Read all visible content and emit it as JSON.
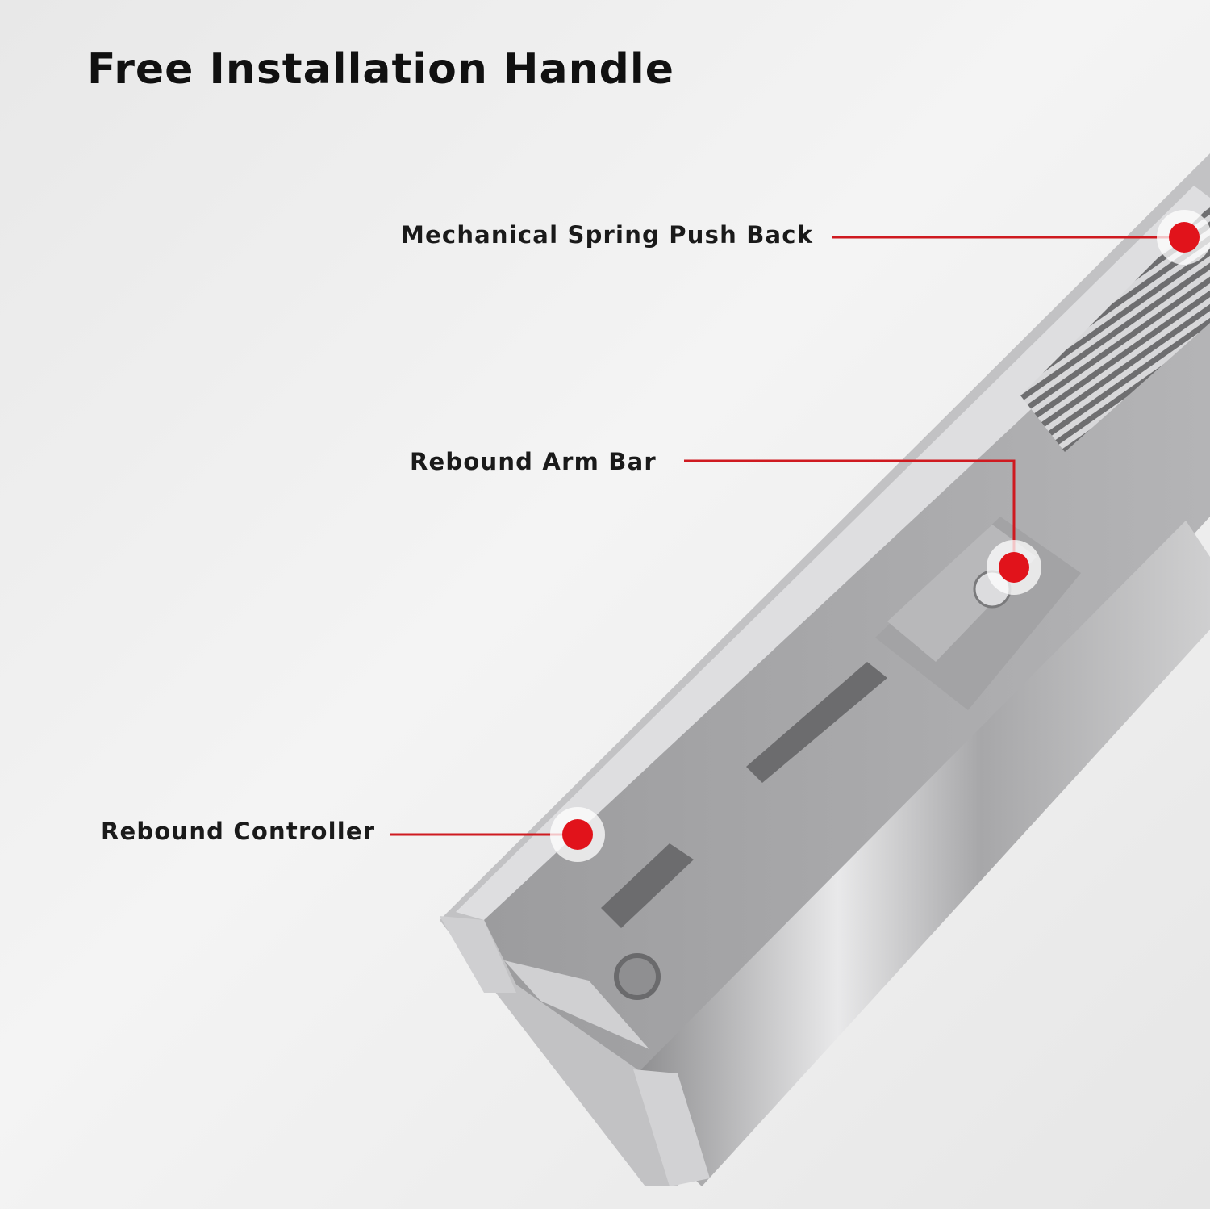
{
  "title": "Free Installation Handle",
  "callouts": {
    "spring": "Mechanical Spring Push Back",
    "arm": "Rebound Arm Bar",
    "controller": "Rebound Controller"
  },
  "colors": {
    "marker": "#e1131b",
    "background": "#ececec",
    "steel": "#b9b9bb"
  }
}
